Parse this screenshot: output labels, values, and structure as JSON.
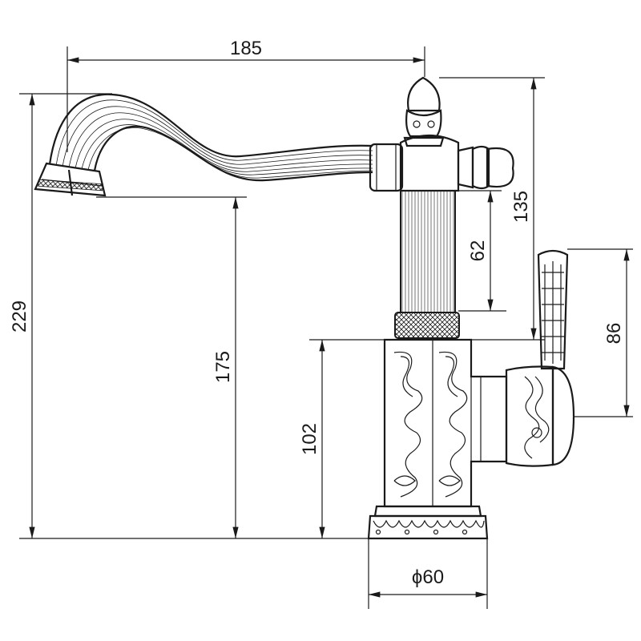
{
  "dimensions": {
    "spout_reach": "185",
    "total_height": "229",
    "spout_height": "175",
    "body_height": "102",
    "pivot_upper": "135",
    "column_length": "62",
    "handle_height": "86",
    "base_diameter": "ϕ60"
  }
}
